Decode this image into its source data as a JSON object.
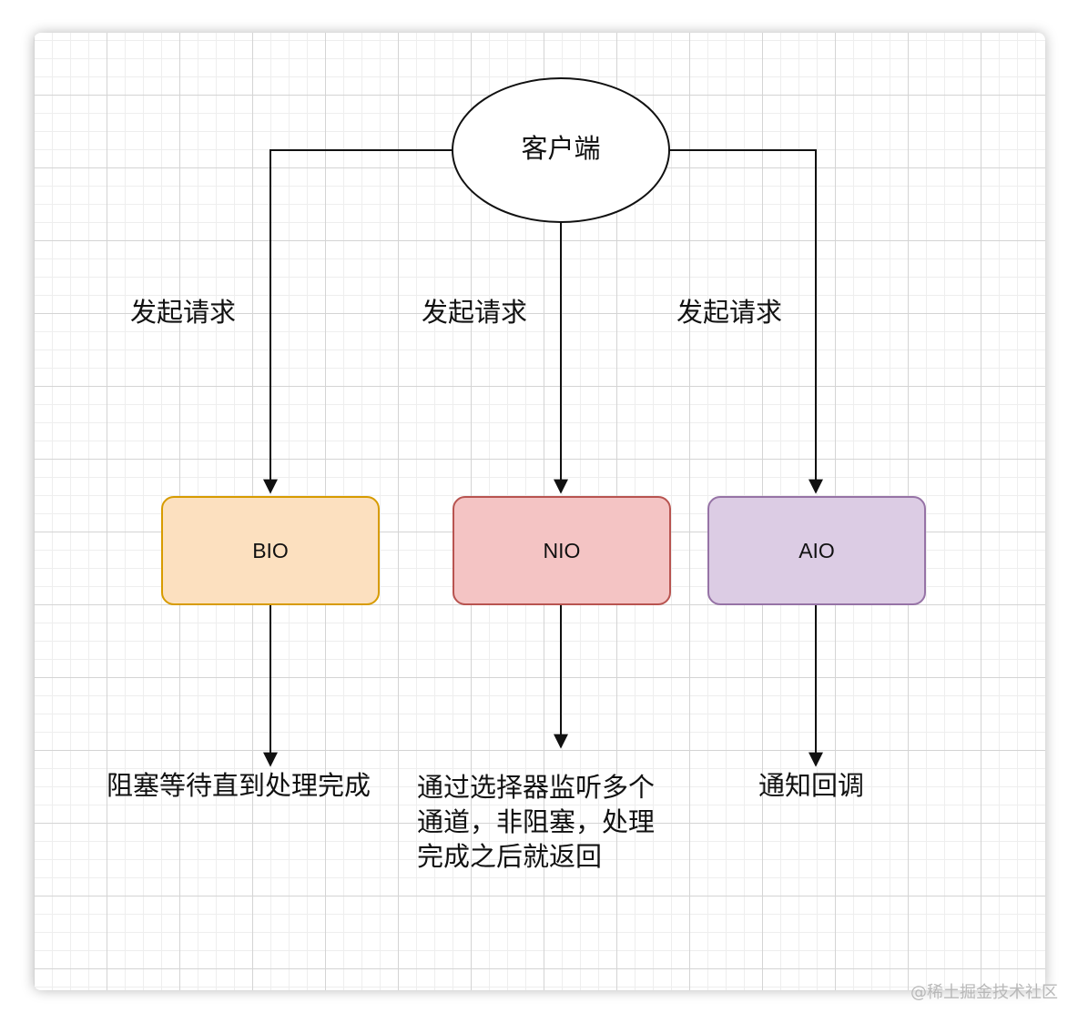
{
  "client": {
    "label": "客户端"
  },
  "request_labels": [
    "发起请求",
    "发起请求",
    "发起请求"
  ],
  "nodes": [
    {
      "id": "bio",
      "label": "BIO",
      "fill": "#fce0bf",
      "stroke": "#d79b00"
    },
    {
      "id": "nio",
      "label": "NIO",
      "fill": "#f4c4c4",
      "stroke": "#b85450"
    },
    {
      "id": "aio",
      "label": "AIO",
      "fill": "#dccce4",
      "stroke": "#9673a6"
    }
  ],
  "results": {
    "bio": "阻塞等待直到处理完成",
    "nio": [
      "通过选择器监听多个",
      "通道，非阻塞，处理",
      "完成之后就返回"
    ],
    "aio": "通知回调"
  },
  "watermark": "@稀土掘金技术社区",
  "colors": {
    "line": "#111111",
    "ellipse_fill": "#ffffff"
  }
}
